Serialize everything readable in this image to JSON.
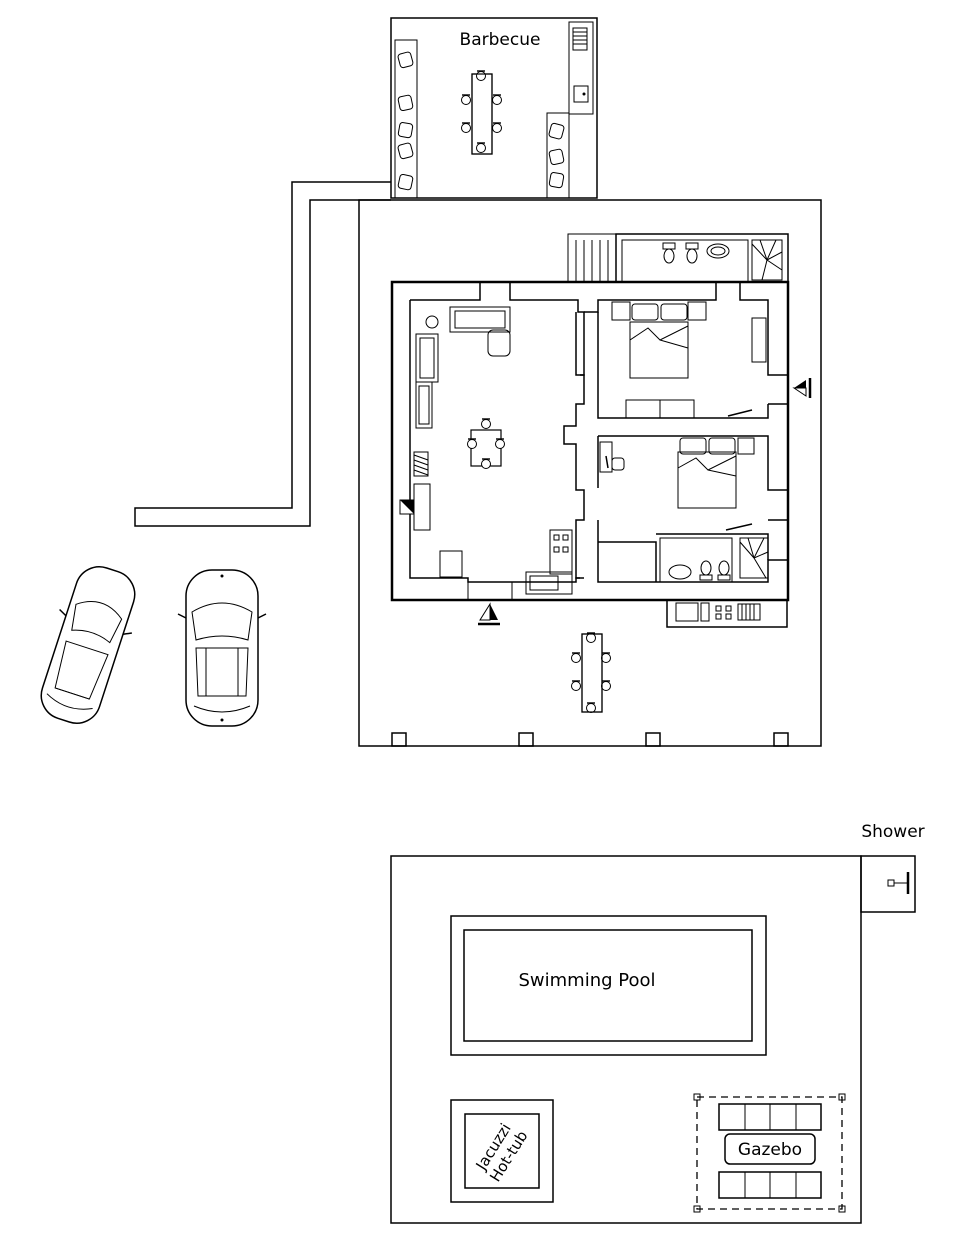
{
  "labels": {
    "barbecue": "Barbecue",
    "shower": "Shower",
    "swimming_pool": "Swimming Pool",
    "jacuzzi_line1": "Jacuzzi",
    "jacuzzi_line2": "Hot-tub",
    "gazebo": "Gazebo"
  },
  "colors": {
    "line": "#000000",
    "background": "#ffffff"
  },
  "icons": [
    "car-icon",
    "dining-table-icon",
    "double-bed-icon",
    "sofa-icon",
    "toilet-icon",
    "bidet-icon",
    "washbasin-icon",
    "spiral-stairs-icon",
    "fireplace-icon",
    "kitchen-counter-icon",
    "shower-icon",
    "north-arrow-icon"
  ]
}
